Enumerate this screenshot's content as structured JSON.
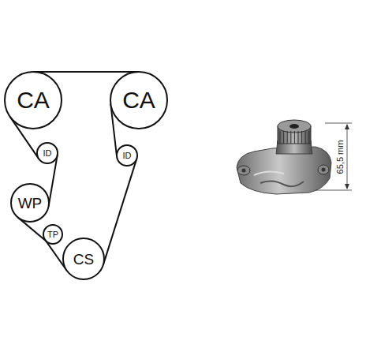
{
  "diagram": {
    "nodes": [
      {
        "text": [
          "CA"
        ]
      },
      {
        "text": [
          "CA"
        ]
      },
      {
        "text": [
          "ID"
        ]
      },
      {
        "text": [
          "ID"
        ]
      },
      {
        "text": [
          "WP"
        ]
      },
      {
        "text": [
          "TP"
        ]
      },
      {
        "text": [
          "CS"
        ]
      }
    ],
    "edges": [
      {
        "from": 0,
        "to": 1,
        "arrow": "none"
      },
      {
        "from": 0,
        "to": 2,
        "arrow": "none"
      },
      {
        "from": 2,
        "to": 4,
        "arrow": "none"
      },
      {
        "from": 4,
        "to": 5,
        "arrow": "none"
      },
      {
        "from": 5,
        "to": 6,
        "arrow": "none"
      },
      {
        "from": 1,
        "to": 3,
        "arrow": "none"
      },
      {
        "from": 3,
        "to": 6,
        "arrow": "none"
      }
    ],
    "labels": [
      "65,5 mm"
    ]
  }
}
